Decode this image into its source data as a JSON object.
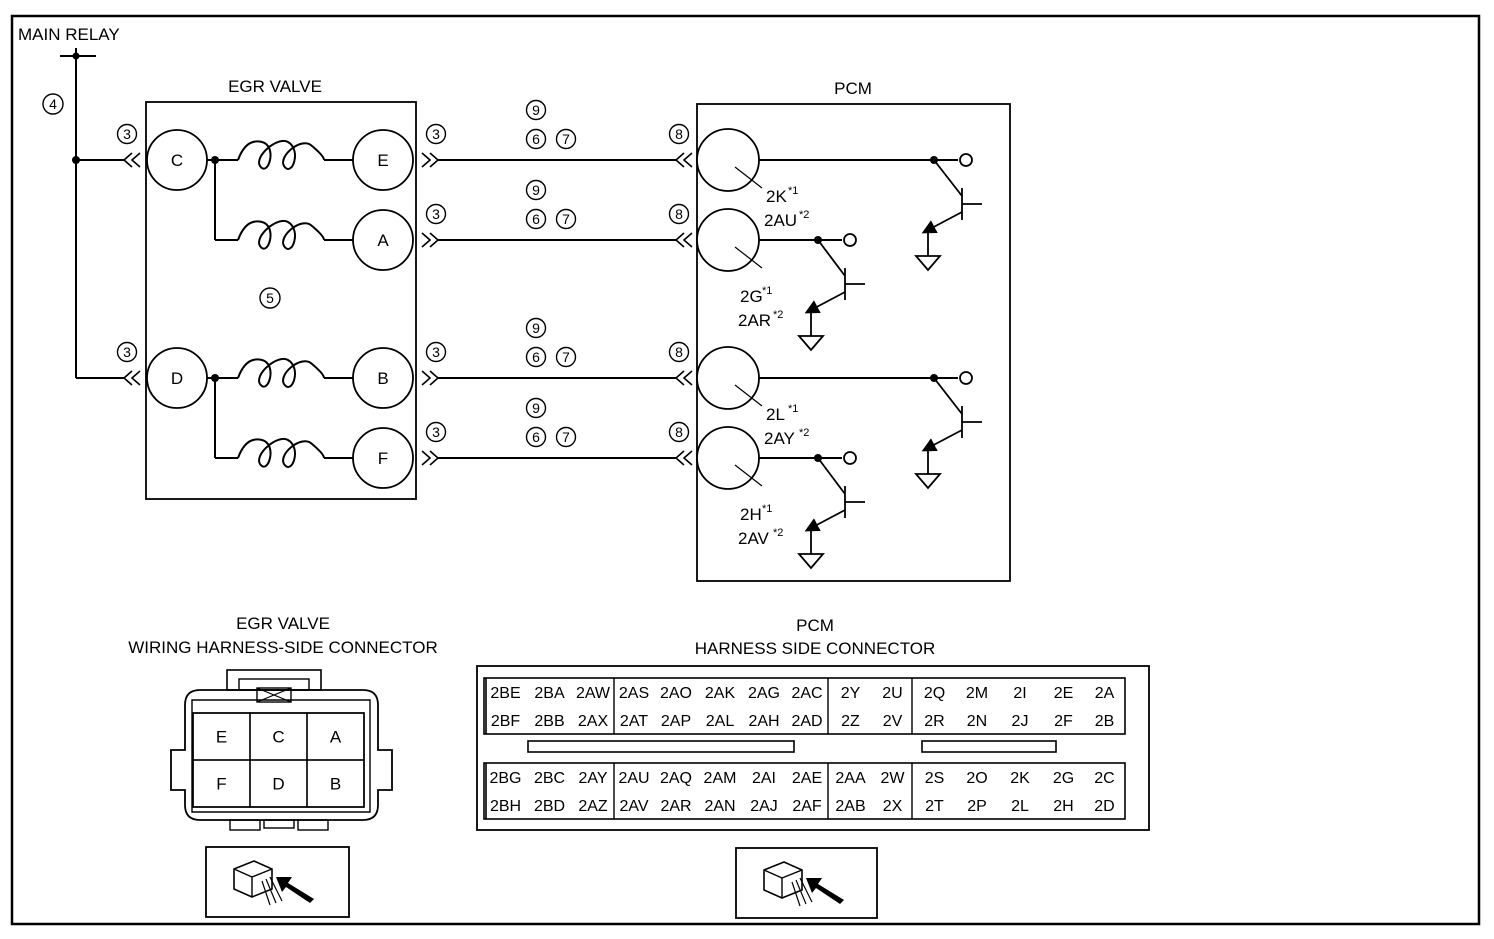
{
  "labels": {
    "main_relay": "MAIN RELAY",
    "egr_valve": "EGR VALVE",
    "pcm": "PCM",
    "egr_connector_title_1": "EGR VALVE",
    "egr_connector_title_2": "WIRING HARNESS-SIDE CONNECTOR",
    "pcm_connector_title_1": "PCM",
    "pcm_connector_title_2": "HARNESS SIDE CONNECTOR"
  },
  "markers": {
    "n3": "3",
    "n4": "4",
    "n5": "5",
    "n6": "6",
    "n7": "7",
    "n8": "8",
    "n9": "9"
  },
  "egr_pins": {
    "C": "C",
    "D": "D",
    "E": "E",
    "A": "A",
    "B": "B",
    "F": "F"
  },
  "pcm_terminals": [
    {
      "main1": "2K",
      "sup1": "*1",
      "main2": "2AU",
      "sup2": "*2"
    },
    {
      "main1": "2G",
      "sup1": "*1",
      "main2": "2AR",
      "sup2": "*2"
    },
    {
      "main1": "2L",
      "sup1": "*1",
      "main2": "2AY",
      "sup2": "*2"
    },
    {
      "main1": "2H",
      "sup1": "*1",
      "main2": "2AV",
      "sup2": "*2"
    }
  ],
  "egr_connector_grid": [
    [
      "E",
      "C",
      "A"
    ],
    [
      "F",
      "D",
      "B"
    ]
  ],
  "pcm_connector_top": [
    [
      "2BE",
      "2BA",
      "2AW",
      "2AS",
      "2AO",
      "2AK",
      "2AG",
      "2AC",
      "2Y",
      "2U",
      "2Q",
      "2M",
      "2I",
      "2E",
      "2A"
    ],
    [
      "2BF",
      "2BB",
      "2AX",
      "2AT",
      "2AP",
      "2AL",
      "2AH",
      "2AD",
      "2Z",
      "2V",
      "2R",
      "2N",
      "2J",
      "2F",
      "2B"
    ]
  ],
  "pcm_connector_bottom": [
    [
      "2BG",
      "2BC",
      "2AY",
      "2AU",
      "2AQ",
      "2AM",
      "2AI",
      "2AE",
      "2AA",
      "2W",
      "2S",
      "2O",
      "2K",
      "2G",
      "2C"
    ],
    [
      "2BH",
      "2BD",
      "2AZ",
      "2AV",
      "2AR",
      "2AN",
      "2AJ",
      "2AF",
      "2AB",
      "2X",
      "2T",
      "2P",
      "2L",
      "2H",
      "2D"
    ]
  ],
  "icons": {
    "connector_view": "connector-view-icon",
    "circled_number": "circled-number-icon"
  },
  "colors": {
    "line": "#000000",
    "background": "#ffffff"
  }
}
